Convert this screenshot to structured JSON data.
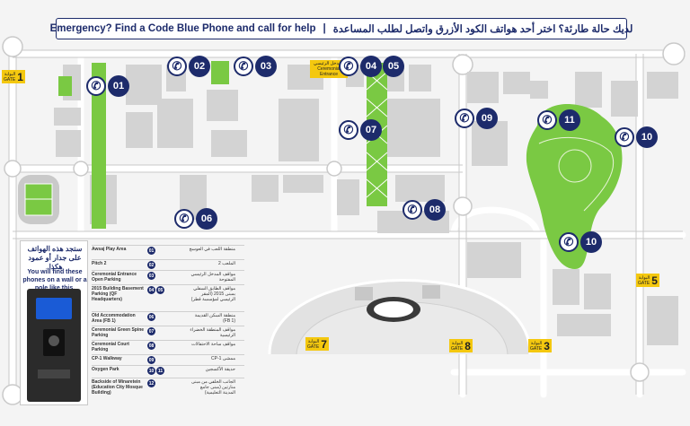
{
  "banner": {
    "english": "Emergency? Find a Code Blue Phone and call for help",
    "separator": "|",
    "arabic": "لديك حالة طارئة؟ اختر أحد هواتف الكود الأزرق واتصل لطلب المساعدة"
  },
  "colors": {
    "navy": "#1d2b6b",
    "gate_yellow": "#f4c80f",
    "green": "#7ac943",
    "building": "#d3d3d3",
    "road": "#ffffff"
  },
  "gates": [
    {
      "num": "1",
      "ar": "البوابة",
      "en": "GATE"
    },
    {
      "num": "5",
      "ar": "البوابة",
      "en": "GATE"
    },
    {
      "num": "7",
      "ar": "البوابة",
      "en": "GATE"
    },
    {
      "num": "8",
      "ar": "البوابة",
      "en": "GATE"
    },
    {
      "num": "3",
      "ar": "البوابة",
      "en": "GATE"
    }
  ],
  "ceremonial_entrance": {
    "ar": "المدخل الرئيسي",
    "en": "Ceremonial Entrance"
  },
  "phones": [
    {
      "num": "01",
      "icon": "phone-icon"
    },
    {
      "num": "02",
      "icon": "phone-icon"
    },
    {
      "num": "03",
      "icon": "phone-icon"
    },
    {
      "num": "04",
      "icon": "phone-icon"
    },
    {
      "num": "05",
      "icon": "phone-icon"
    },
    {
      "num": "06",
      "icon": "phone-icon"
    },
    {
      "num": "07",
      "icon": "phone-icon"
    },
    {
      "num": "08",
      "icon": "phone-icon"
    },
    {
      "num": "09",
      "icon": "phone-icon"
    },
    {
      "num": "10",
      "icon": "phone-icon"
    },
    {
      "num": "10",
      "icon": "phone-icon"
    },
    {
      "num": "11",
      "icon": "phone-icon"
    }
  ],
  "infobox": {
    "arabic": "ستجد هذه الهواتف على جدار أو عمود هكذا.",
    "english": "You will find these phones on a wall or a pole like this."
  },
  "legend": [
    {
      "en": "Awsaj Play Area",
      "nums": [
        "01"
      ],
      "ar": "منطقة اللعب في العوسج"
    },
    {
      "en": "Pitch 2",
      "nums": [
        "02"
      ],
      "ar": "الملعب 2"
    },
    {
      "en": "Ceremonial Entrance Open Parking",
      "nums": [
        "03"
      ],
      "ar": "مواقف المدخل الرئيسي المفتوحة"
    },
    {
      "en": "2015 Building Basement Parking (QF Headquarters)",
      "nums": [
        "04",
        "05"
      ],
      "ar": "مواقف الطابق السفلي بمبنى 2015 (المقر الرئيسي لمؤسسة قطر)"
    },
    {
      "en": "Old Accommodation Area (FB 1)",
      "nums": [
        "06"
      ],
      "ar": "منطقة السكن القديمة (FB 1)"
    },
    {
      "en": "Ceremonial Green Spine Parking",
      "nums": [
        "07"
      ],
      "ar": "مواقف المنطقة الخضراء الرئيسية"
    },
    {
      "en": "Ceremonial Court Parking",
      "nums": [
        "08"
      ],
      "ar": "مواقف ساحة الاحتفالات"
    },
    {
      "en": "CP-1 Walkway",
      "nums": [
        "09"
      ],
      "ar": "ممشى CP-1"
    },
    {
      "en": "Oxygen Park",
      "nums": [
        "10",
        "11"
      ],
      "ar": "حديقة الأكسجين"
    },
    {
      "en": "Backside of Minaretein (Education City Mosque Building)",
      "nums": [
        "12"
      ],
      "ar": "الجانب الخلفي من مبنى منارتين (مبنى جامع المدينة التعليمية)"
    }
  ]
}
